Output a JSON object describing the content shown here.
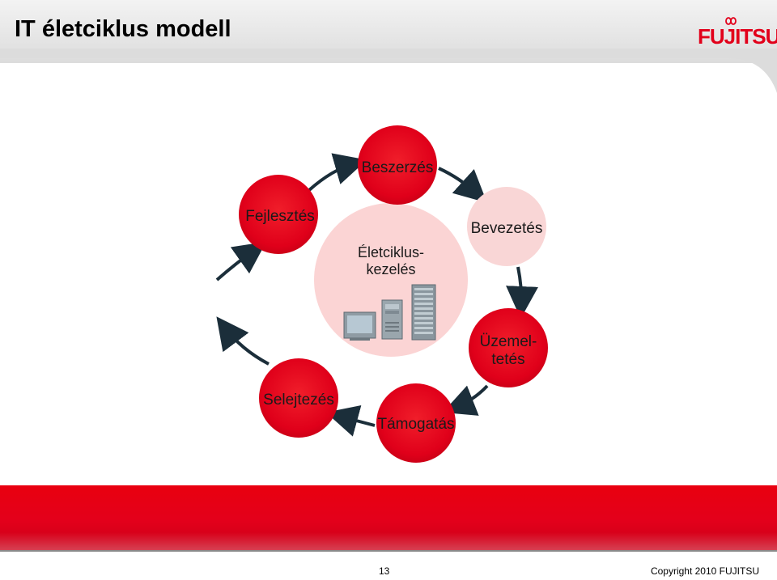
{
  "slide": {
    "title": "IT életciklus modell",
    "logo_text": "FUJITSU"
  },
  "diagram": {
    "center_label_line1": "Életciklus-",
    "center_label_line2": "kezelés",
    "nodes": {
      "beszerzes": "Beszerzés",
      "bevezetes": "Bevezetés",
      "uzemeltetes_line1": "Üzemel-",
      "uzemeltetes_line2": "tetés",
      "tamogatas": "Támogatás",
      "selejtezes": "Selejtezés",
      "fejlesztes": "Fejlesztés"
    }
  },
  "footer": {
    "page_number": "13",
    "copyright": "Copyright 2010 FUJITSU"
  },
  "colors": {
    "brand_red": "#e2001a",
    "node_red": "#e3001b",
    "node_pink": "#f9d6d6",
    "center_pink": "#fbd4d4",
    "arrow": "#1b2e3a"
  }
}
